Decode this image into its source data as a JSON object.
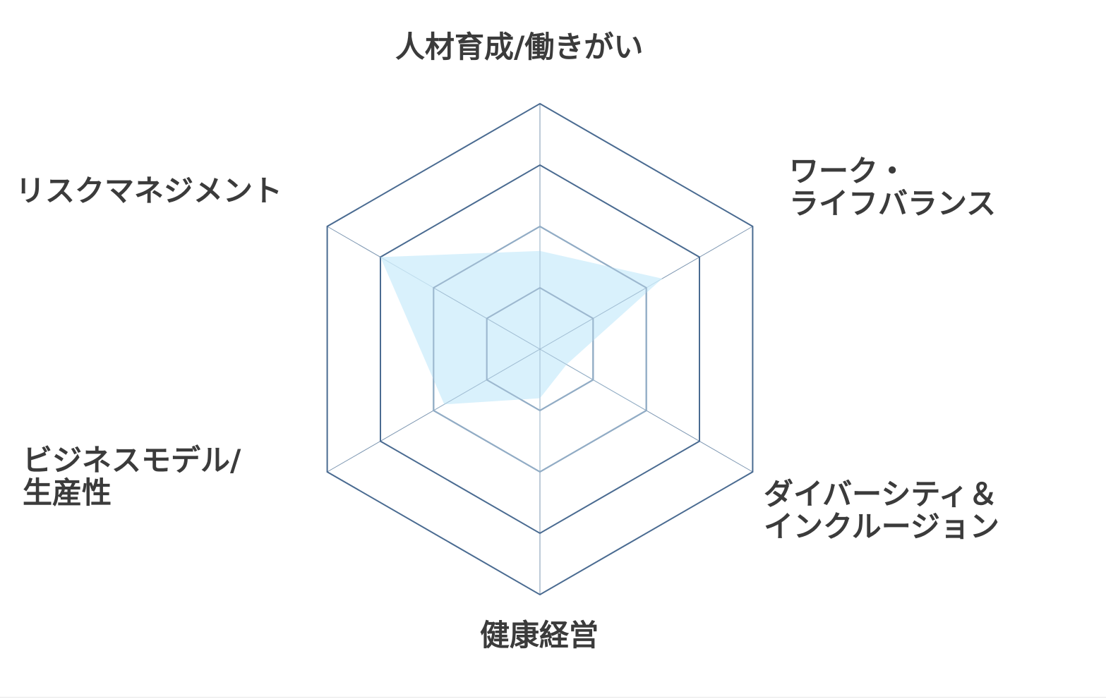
{
  "chart_data": {
    "type": "radar",
    "axes": [
      {
        "lines": [
          "人材育成/働きがい"
        ]
      },
      {
        "lines": [
          "ワーク・",
          "ライフバランス"
        ]
      },
      {
        "lines": [
          "ダイバーシティ＆",
          "インクルージョン"
        ]
      },
      {
        "lines": [
          "健康経営"
        ]
      },
      {
        "lines": [
          "ビジネスモデル/",
          "生産性"
        ]
      },
      {
        "lines": [
          "リスクマネジメント"
        ]
      }
    ],
    "levels": 4,
    "range": [
      0,
      4
    ],
    "series": [
      {
        "values": [
          1.6,
          2.3,
          0.5,
          0.8,
          1.8,
          3.0
        ]
      }
    ],
    "grid": true,
    "colors": {
      "grid_outer": "#4a6b91",
      "grid_inner": "#9ab5cc",
      "spoke": "#7b95b0",
      "fill": "#cfeefb"
    }
  }
}
